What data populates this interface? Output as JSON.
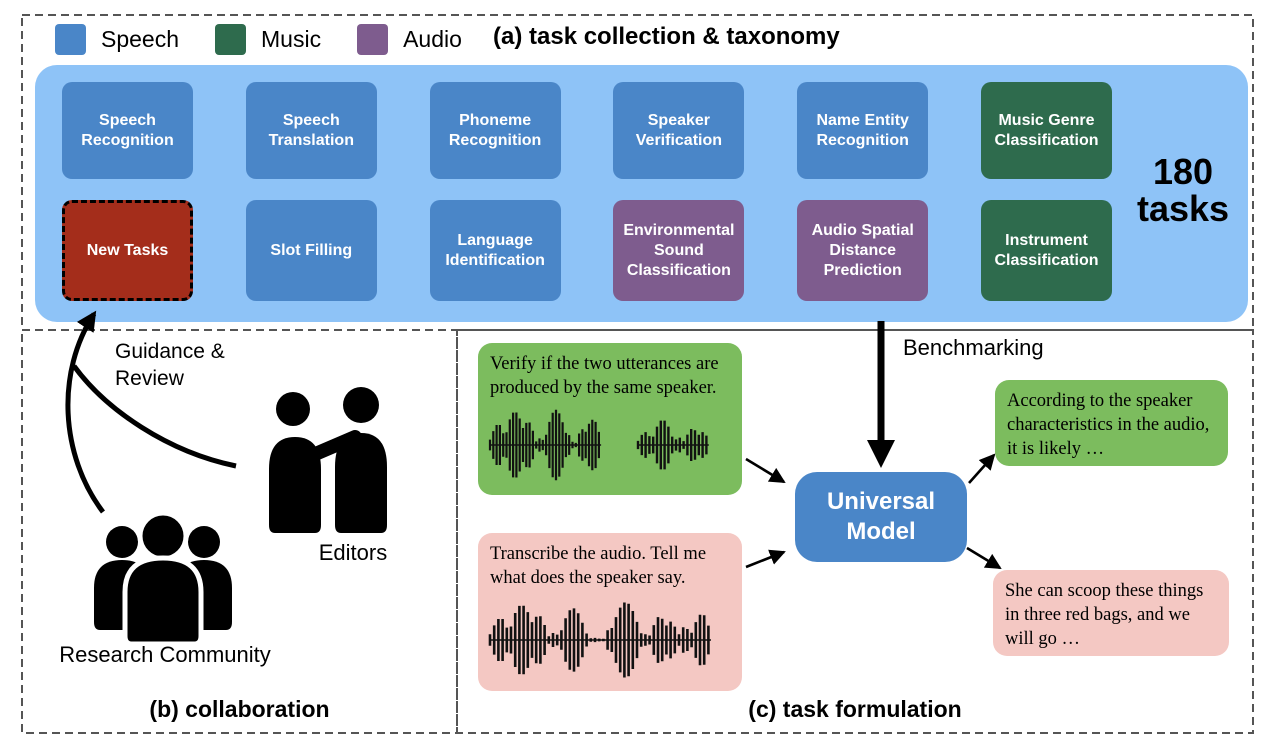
{
  "colors": {
    "speech": "#4a86c8",
    "music": "#2e6b4d",
    "audio": "#7e5c8e",
    "new_task": "#a42d1b",
    "container": "#8ec3f7",
    "model": "#4a86c8",
    "prompt_green": "#7cbc5e",
    "prompt_pink": "#f4c8c3",
    "waveform": "#111111",
    "arrow": "#000000",
    "border": "#555555"
  },
  "legend": {
    "items": [
      {
        "id": "speech",
        "label": "Speech"
      },
      {
        "id": "music",
        "label": "Music"
      },
      {
        "id": "audio",
        "label": "Audio"
      }
    ]
  },
  "panels": {
    "a": {
      "title": "(a) task collection & taxonomy"
    },
    "b": {
      "title": "(b) collaboration"
    },
    "c": {
      "title": "(c) task formulation"
    }
  },
  "taxonomy": {
    "total": {
      "line1": "180",
      "line2": "tasks"
    },
    "rows": [
      [
        {
          "label": "Speech Recognition",
          "category": "speech"
        },
        {
          "label": "Speech Translation",
          "category": "speech"
        },
        {
          "label": "Phoneme Recognition",
          "category": "speech"
        },
        {
          "label": "Speaker Verification",
          "category": "speech"
        },
        {
          "label": "Name Entity Recognition",
          "category": "speech"
        },
        {
          "label": "Music Genre Classification",
          "category": "music"
        }
      ],
      [
        {
          "label": "New Tasks",
          "category": "new_task"
        },
        {
          "label": "Slot Filling",
          "category": "speech"
        },
        {
          "label": "Language Identification",
          "category": "speech"
        },
        {
          "label": "Environmental Sound Classification",
          "category": "audio"
        },
        {
          "label": "Audio Spatial Distance Prediction",
          "category": "audio"
        },
        {
          "label": "Instrument Classification",
          "category": "music"
        }
      ]
    ]
  },
  "collaboration": {
    "guidance": {
      "line1": "Guidance &",
      "line2": "Review"
    },
    "editors_label": "Editors",
    "community_label": "Research Community"
  },
  "formulation": {
    "benchmarking_label": "Benchmarking",
    "model": {
      "line1": "Universal",
      "line2": "Model"
    },
    "inputs": [
      {
        "type": "green",
        "lines": [
          "Verify if the two utterances are",
          "produced by the same speaker."
        ]
      },
      {
        "type": "pink",
        "lines": [
          "Transcribe the audio. Tell me",
          "what does the speaker say."
        ]
      }
    ],
    "outputs": [
      {
        "type": "green",
        "lines": [
          "According to the speaker",
          "characteristics in the audio,",
          "it is likely …"
        ]
      },
      {
        "type": "pink",
        "lines": [
          "She can scoop these things",
          "in three red bags, and we",
          "will go …"
        ]
      }
    ]
  }
}
